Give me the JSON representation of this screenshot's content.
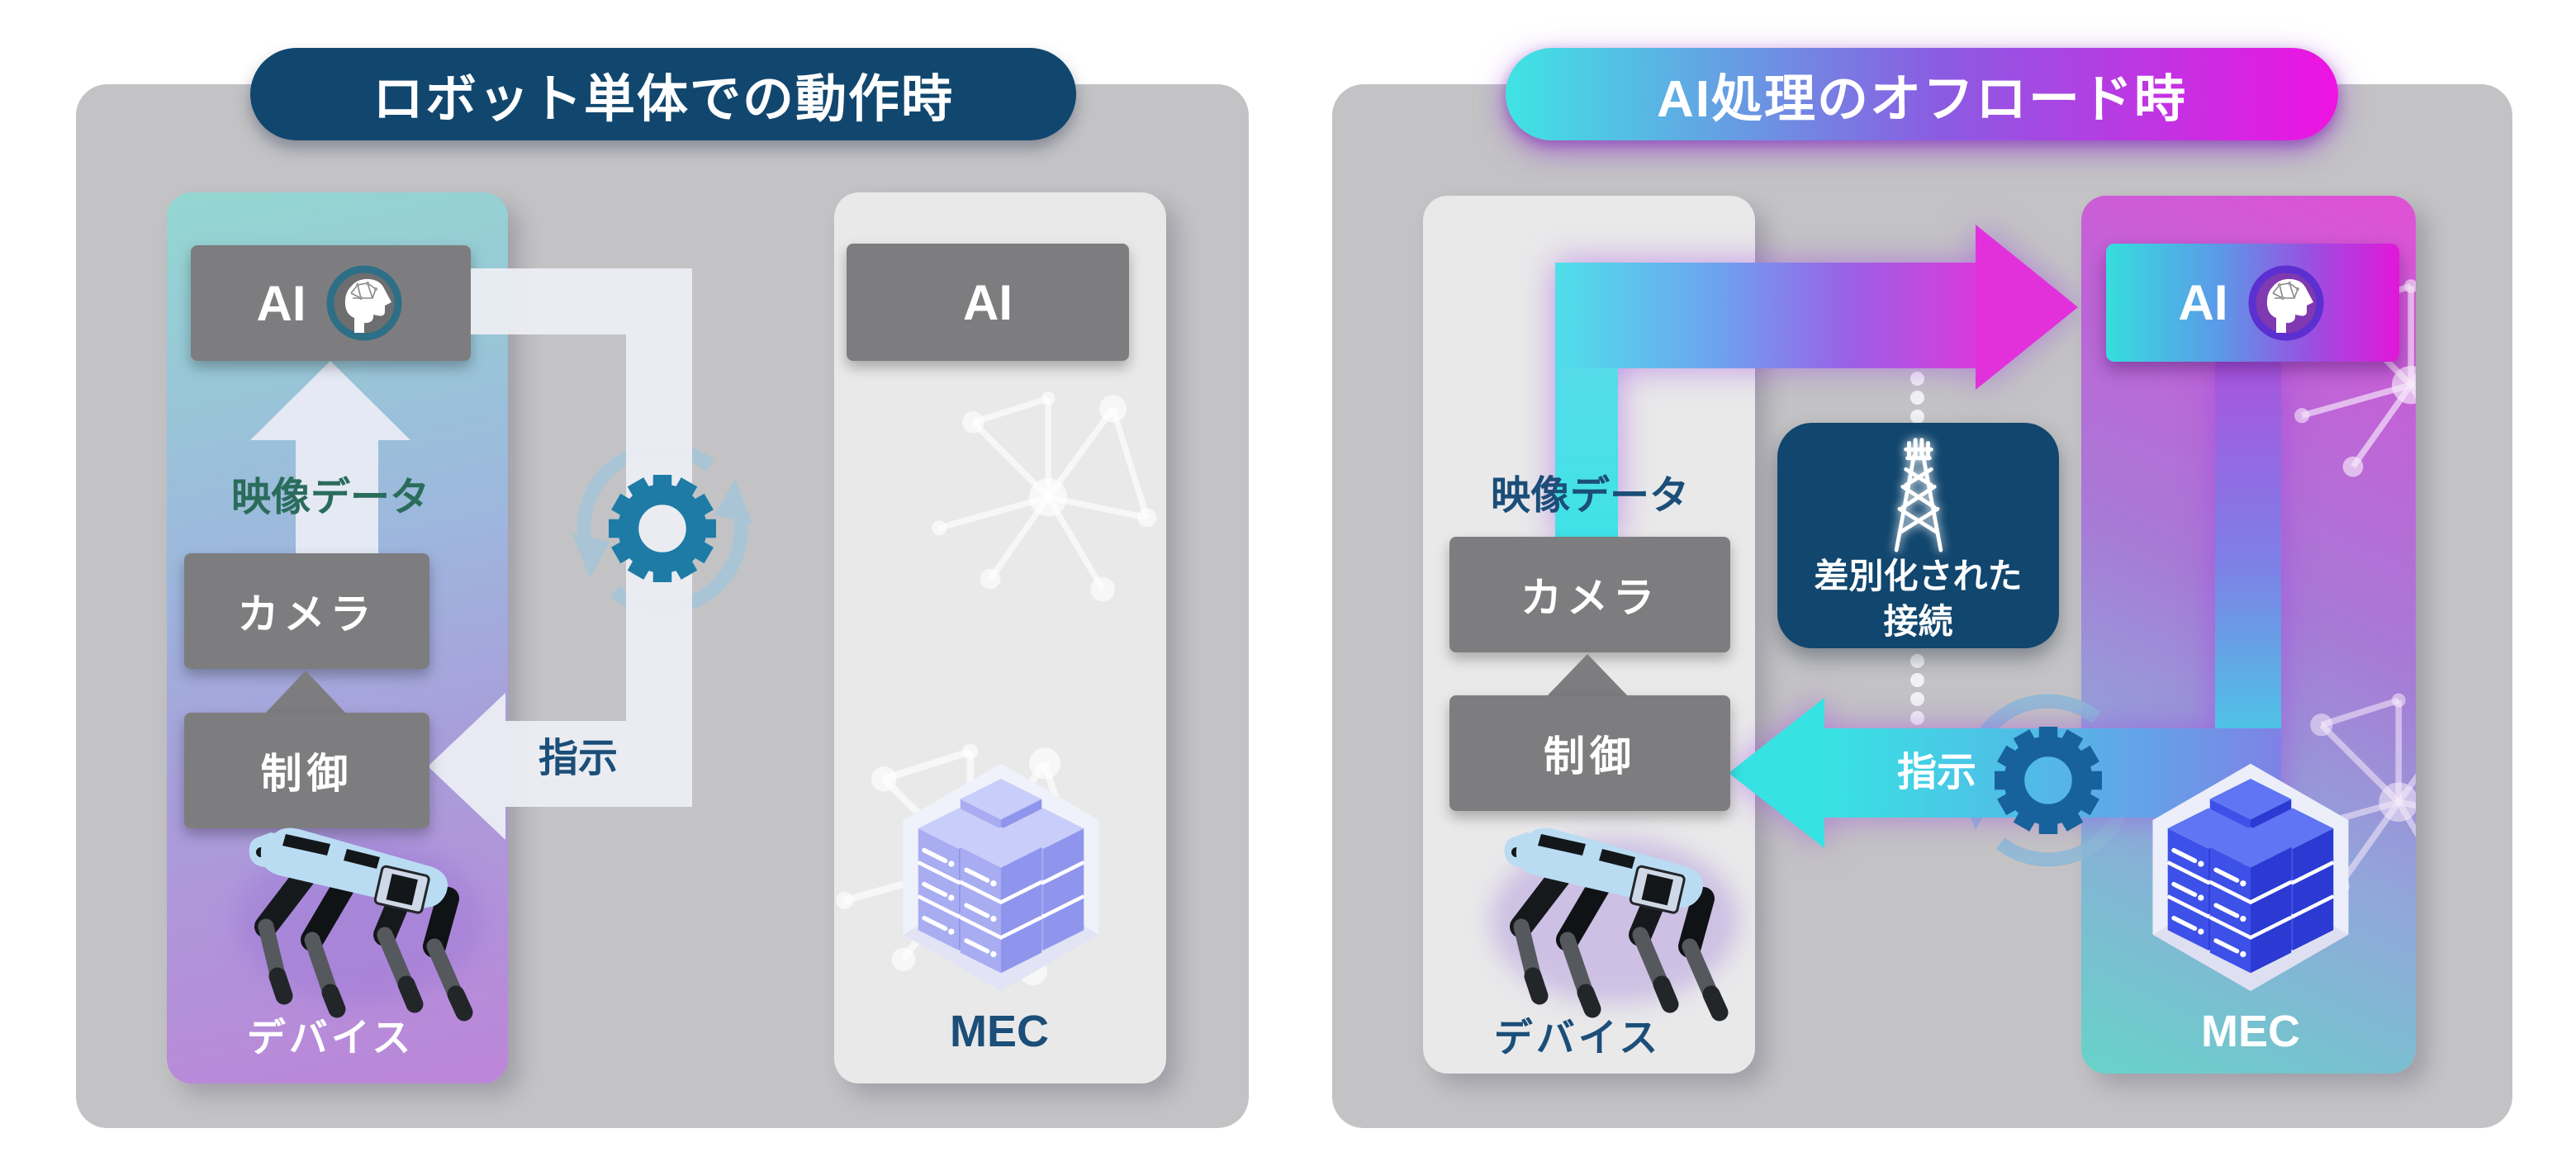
{
  "diagram": {
    "left_panel": {
      "title": "ロボット単体での動作時",
      "device_column": {
        "ai": "AI",
        "video_data": "映像データ",
        "camera": "カメラ",
        "control": "制御",
        "caption": "デバイス"
      },
      "instruction": "指示",
      "mec_column": {
        "ai": "AI",
        "caption": "MEC"
      }
    },
    "right_panel": {
      "title": "AI処理のオフロード時",
      "device_column": {
        "video_data": "映像データ",
        "camera": "カメラ",
        "control": "制御",
        "caption": "デバイス"
      },
      "instruction": "指示",
      "connection_box": {
        "line1": "差別化された",
        "line2": "接続"
      },
      "mec_column": {
        "ai": "AI",
        "caption": "MEC"
      }
    },
    "icons": {
      "brain": "ai-brain-head-icon",
      "gear": "gear-icon",
      "sync": "sync-arrows-icon",
      "tower": "radio-tower-icon",
      "robot": "robot-dog-icon",
      "servers": "mec-server-stack-icon",
      "network": "network-graph-icon"
    },
    "colors": {
      "title_navy": "#11476e",
      "title_gradient_start": "#3fe4e4",
      "title_gradient_end": "#ef12e2",
      "box_gray": "#7d7d7f",
      "text_navy": "#1b4e78",
      "video_label_green": "#2a6c5b",
      "gear_teal": "#1d7ba6",
      "arrow_cyan": "#3fe2e8",
      "arrow_magenta": "#e231db",
      "connection_box_navy": "#11466e",
      "device_gradient_teal": "#93d7d1",
      "device_gradient_purple": "#bc85d9",
      "mec_servers_blue": "#3d50e8",
      "mec_servers_lavender": "#a8adf2"
    }
  }
}
